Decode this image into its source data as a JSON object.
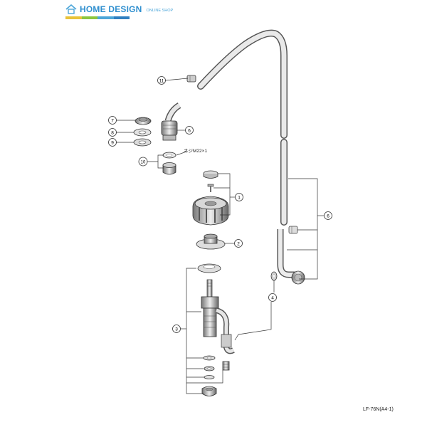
{
  "logo": {
    "brand": "HOME DESIGN",
    "sub": "ONLINE SHOP",
    "bar_colors": [
      "#e8c33a",
      "#8cc63f",
      "#4ca6d9",
      "#2f7fc1"
    ]
  },
  "callouts": [
    {
      "id": "c11",
      "num": "11"
    },
    {
      "id": "c7",
      "num": "7"
    },
    {
      "id": "c8",
      "num": "8"
    },
    {
      "id": "c9",
      "num": "9"
    },
    {
      "id": "c6a",
      "num": "6"
    },
    {
      "id": "c10",
      "num": "10"
    },
    {
      "id": "c1",
      "num": "1"
    },
    {
      "id": "c2",
      "num": "2"
    },
    {
      "id": "c6b",
      "num": "6"
    },
    {
      "id": "c3",
      "num": "3"
    },
    {
      "id": "c4",
      "num": "4"
    }
  ],
  "screw_note": "ネジM22×1",
  "figure_code": "LF-76N(A4-1)"
}
